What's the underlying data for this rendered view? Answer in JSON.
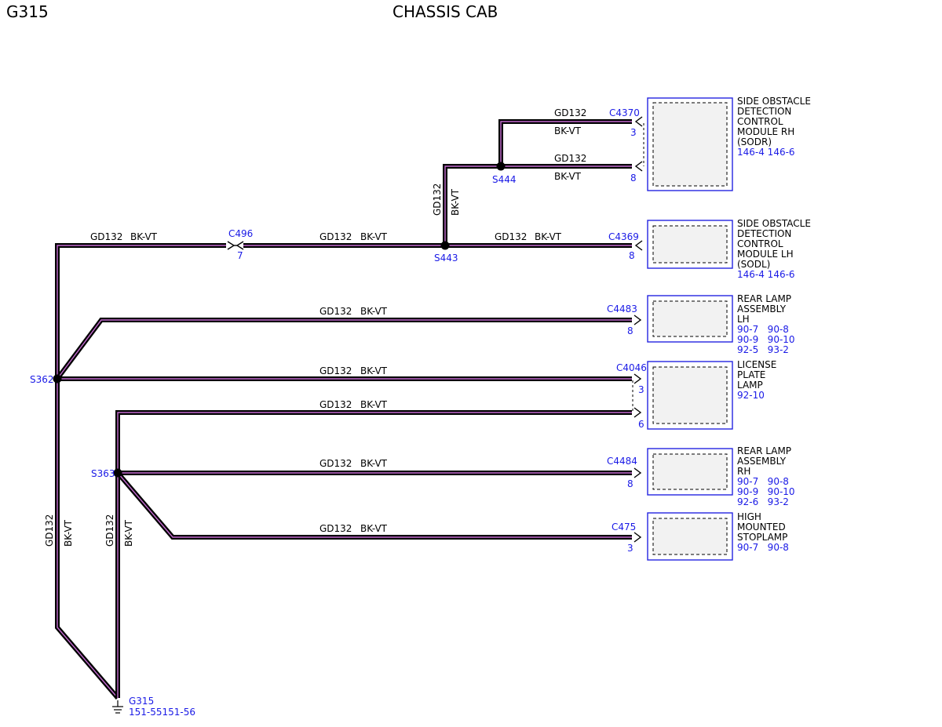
{
  "header": {
    "left": "G315",
    "title": "CHASSIS CAB"
  },
  "wire": {
    "circuit": "GD132",
    "color": "BK-VT"
  },
  "splices": {
    "s362": "S362",
    "s363": "S363",
    "s443": "S443",
    "s444": "S444"
  },
  "connectors": {
    "c496": {
      "id": "C496",
      "pin": "7"
    },
    "c4370_a": {
      "id": "C4370",
      "pin": "3"
    },
    "c4370_b": {
      "pin": "8"
    },
    "c4369": {
      "id": "C4369",
      "pin": "8"
    },
    "c4483": {
      "id": "C4483",
      "pin": "8"
    },
    "c4046_a": {
      "id": "C4046",
      "pin": "3"
    },
    "c4046_b": {
      "pin": "6"
    },
    "c4484": {
      "id": "C4484",
      "pin": "8"
    },
    "c475": {
      "id": "C475",
      "pin": "3"
    }
  },
  "modules": {
    "sodr": {
      "lines": [
        "SIDE OBSTACLE",
        "DETECTION",
        "CONTROL",
        "MODULE RH",
        "(SODR)"
      ],
      "refs": [
        "146-4 146-6"
      ]
    },
    "sodl": {
      "lines": [
        "SIDE OBSTACLE",
        "DETECTION",
        "CONTROL",
        "MODULE LH",
        "(SODL)"
      ],
      "refs": [
        "146-4 146-6"
      ]
    },
    "rear_lh": {
      "lines": [
        "REAR LAMP",
        "ASSEMBLY",
        "LH"
      ],
      "refs": [
        "90-7   90-8",
        "90-9   90-10",
        "92-5   93-2"
      ]
    },
    "license": {
      "lines": [
        "LICENSE",
        "PLATE",
        "LAMP"
      ],
      "refs": [
        "92-10"
      ]
    },
    "rear_rh": {
      "lines": [
        "REAR LAMP",
        "ASSEMBLY",
        "RH"
      ],
      "refs": [
        "90-7   90-8",
        "90-9   90-10",
        "92-6   93-2"
      ]
    },
    "hmsl": {
      "lines": [
        "HIGH",
        "MOUNTED",
        "STOPLAMP"
      ],
      "refs": [
        "90-7   90-8"
      ]
    }
  },
  "ground": {
    "id": "G315",
    "refs": "151-55151-56"
  }
}
